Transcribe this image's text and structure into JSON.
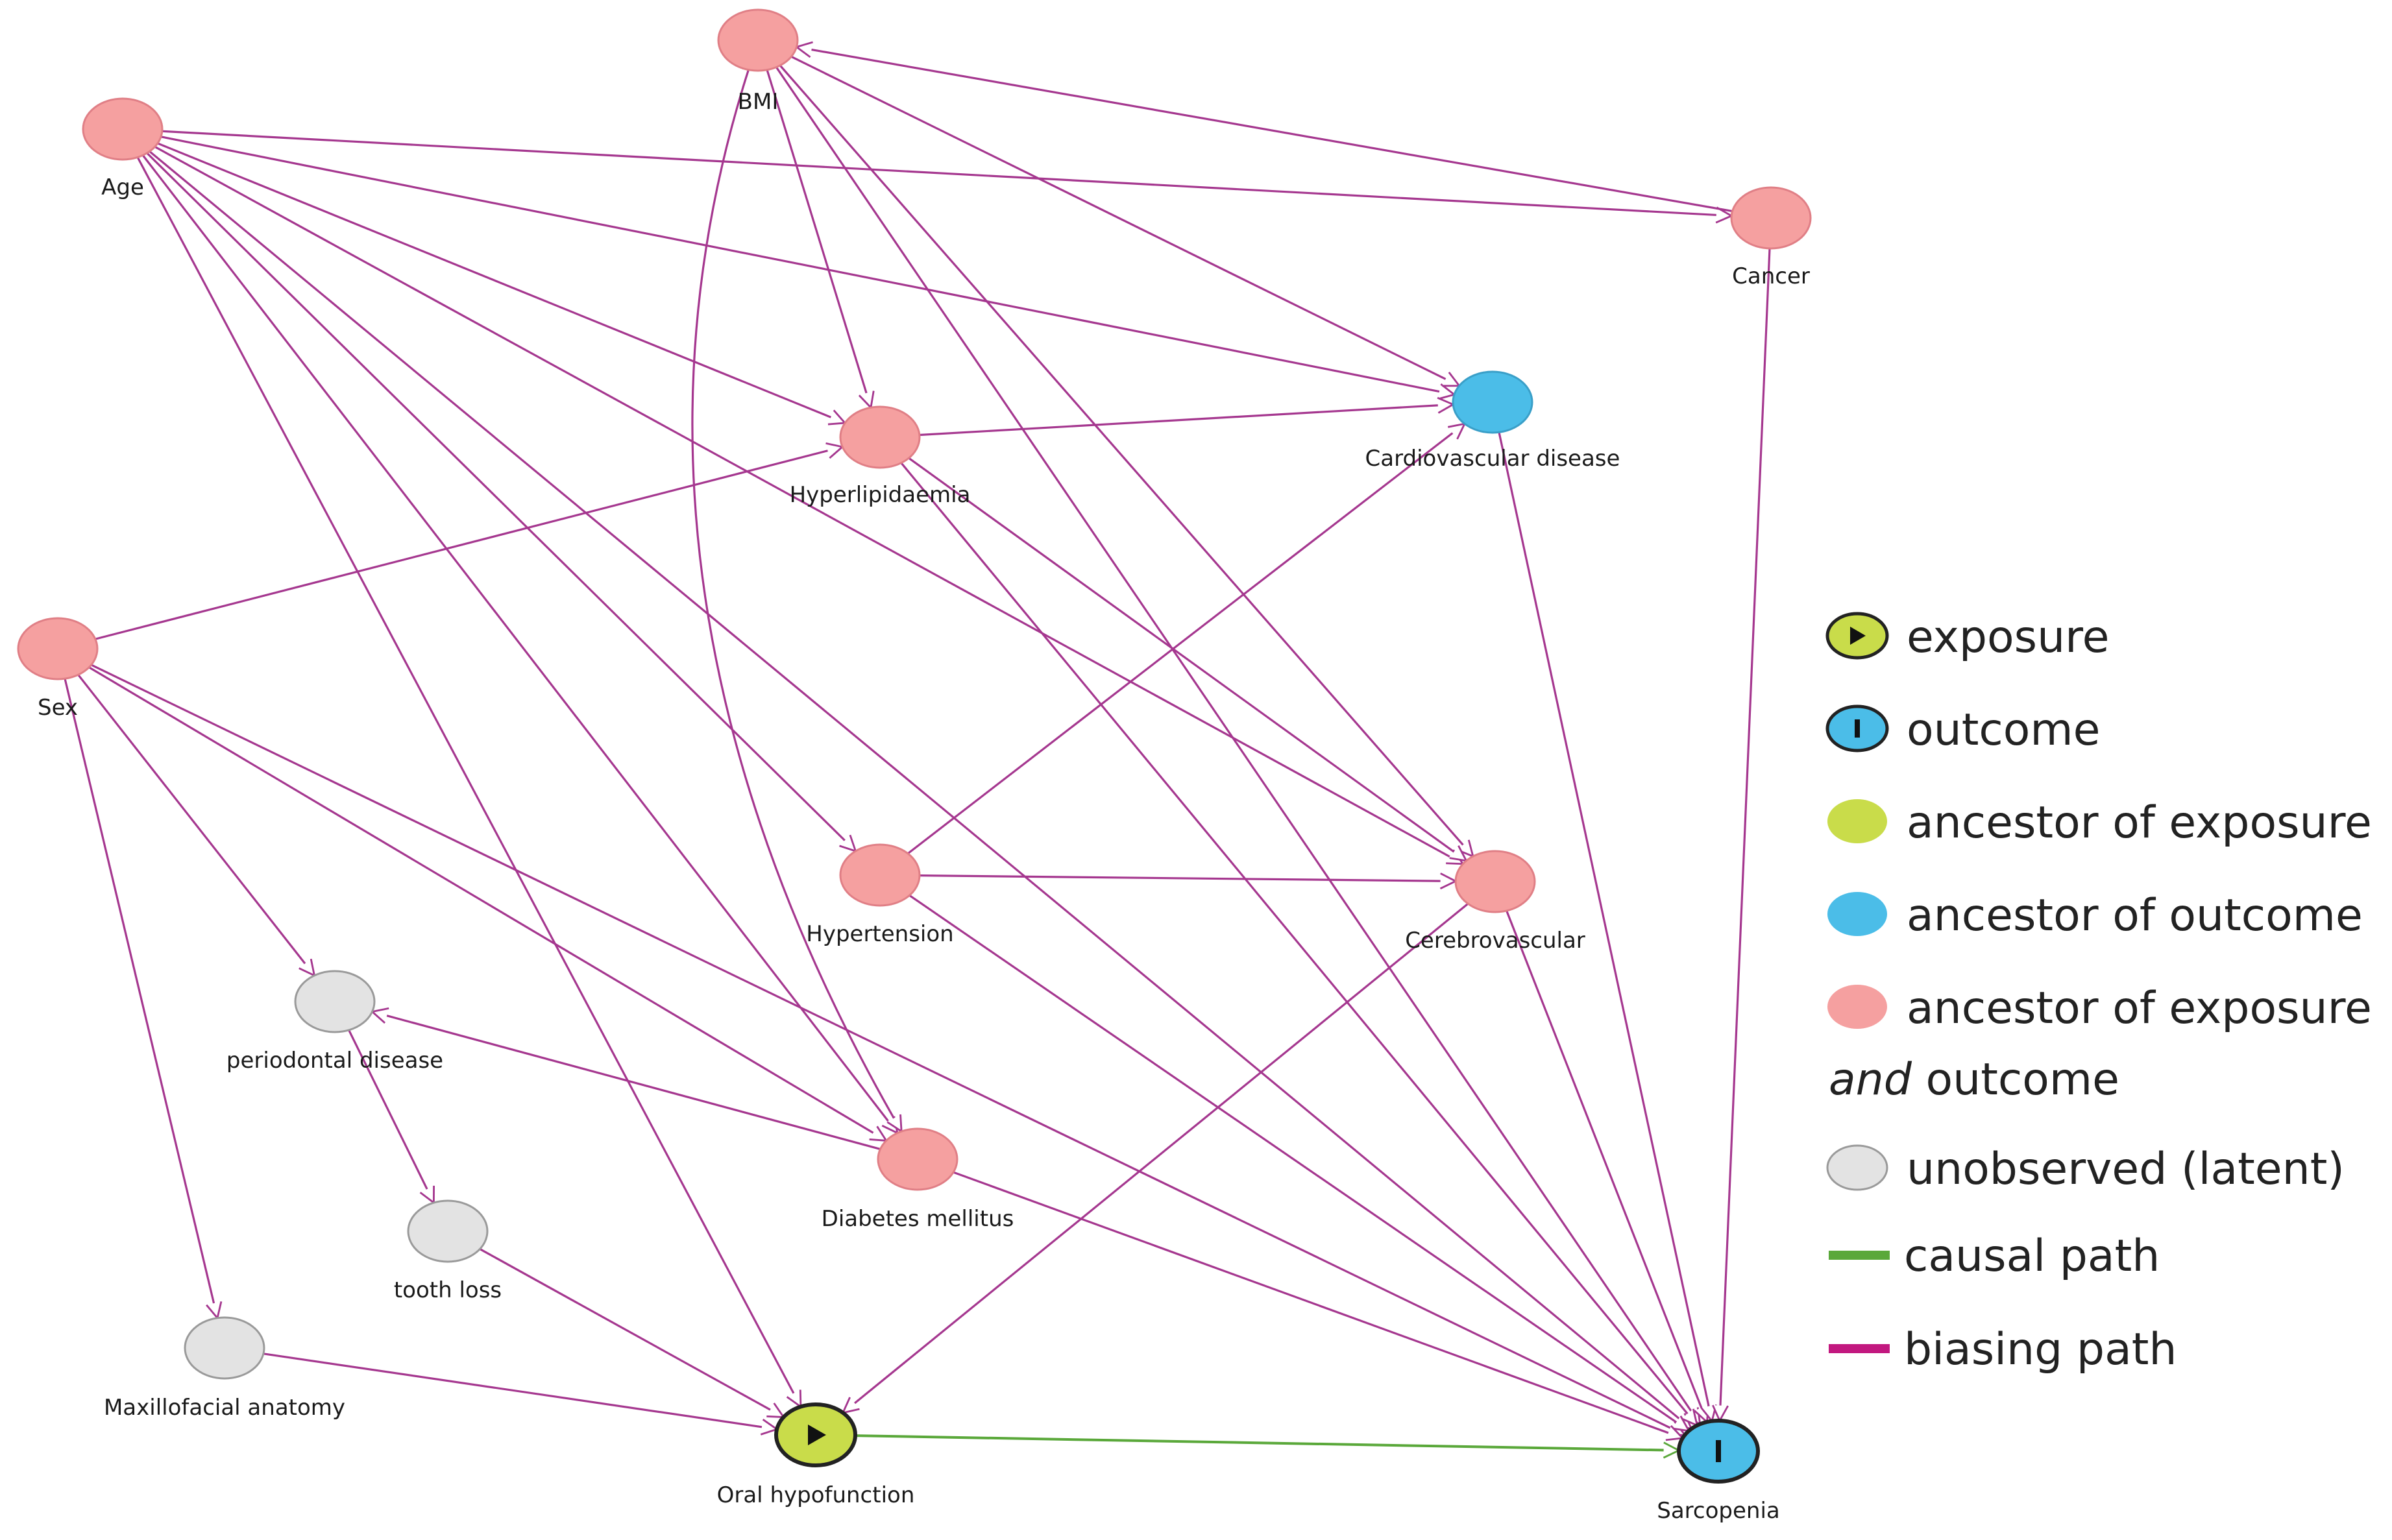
{
  "colors": {
    "biasing": "#a5378f",
    "causal": "#5aa83a",
    "ancestor_both": "#f5a0a0",
    "ancestor_both_stroke": "#e07f86",
    "ancestor_outcome": "#4bbde8",
    "ancestor_exposure": "#c9dc4a",
    "latent": "#e3e3e3",
    "latent_stroke": "#9a9a9a",
    "exposure_stroke": "#222222"
  },
  "nodes": [
    {
      "id": "age",
      "label": "Age",
      "kind": "ancestor_both"
    },
    {
      "id": "bmi",
      "label": "BMI",
      "kind": "ancestor_both"
    },
    {
      "id": "cancer",
      "label": "Cancer",
      "kind": "ancestor_both"
    },
    {
      "id": "cvd",
      "label": "Cardiovascular disease",
      "kind": "ancestor_outcome"
    },
    {
      "id": "hyperlip",
      "label": "Hyperlipidaemia",
      "kind": "ancestor_both"
    },
    {
      "id": "sex",
      "label": "Sex",
      "kind": "ancestor_both"
    },
    {
      "id": "hypertension",
      "label": "Hypertension",
      "kind": "ancestor_both"
    },
    {
      "id": "cerebro",
      "label": "Cerebrovascular",
      "kind": "ancestor_both"
    },
    {
      "id": "perio",
      "label": "periodontal disease",
      "kind": "latent"
    },
    {
      "id": "diabetes",
      "label": "Diabetes mellitus",
      "kind": "ancestor_both"
    },
    {
      "id": "tooth",
      "label": "tooth loss",
      "kind": "latent"
    },
    {
      "id": "maxillo",
      "label": "Maxillofacial anatomy",
      "kind": "latent"
    },
    {
      "id": "oral",
      "label": "Oral hypofunction",
      "kind": "exposure"
    },
    {
      "id": "sarco",
      "label": "Sarcopenia",
      "kind": "outcome"
    }
  ],
  "edges": [
    {
      "from": "age",
      "to": "cancer",
      "type": "biasing"
    },
    {
      "from": "age",
      "to": "cvd",
      "type": "biasing"
    },
    {
      "from": "age",
      "to": "hyperlip",
      "type": "biasing"
    },
    {
      "from": "age",
      "to": "hypertension",
      "type": "biasing"
    },
    {
      "from": "age",
      "to": "cerebro",
      "type": "biasing"
    },
    {
      "from": "age",
      "to": "diabetes",
      "type": "biasing"
    },
    {
      "from": "age",
      "to": "oral",
      "type": "biasing"
    },
    {
      "from": "age",
      "to": "sarco",
      "type": "biasing"
    },
    {
      "from": "cancer",
      "to": "bmi",
      "type": "biasing"
    },
    {
      "from": "bmi",
      "to": "hyperlip",
      "type": "biasing"
    },
    {
      "from": "bmi",
      "to": "cvd",
      "type": "biasing"
    },
    {
      "from": "bmi",
      "to": "cerebro",
      "type": "biasing"
    },
    {
      "from": "bmi",
      "to": "diabetes",
      "type": "biasing"
    },
    {
      "from": "bmi",
      "to": "sarco",
      "type": "biasing"
    },
    {
      "from": "hyperlip",
      "to": "cvd",
      "type": "biasing"
    },
    {
      "from": "hyperlip",
      "to": "cerebro",
      "type": "biasing"
    },
    {
      "from": "hyperlip",
      "to": "sarco",
      "type": "biasing"
    },
    {
      "from": "sex",
      "to": "hyperlip",
      "type": "biasing"
    },
    {
      "from": "sex",
      "to": "perio",
      "type": "biasing"
    },
    {
      "from": "sex",
      "to": "maxillo",
      "type": "biasing"
    },
    {
      "from": "sex",
      "to": "diabetes",
      "type": "biasing"
    },
    {
      "from": "sex",
      "to": "sarco",
      "type": "biasing"
    },
    {
      "from": "hypertension",
      "to": "cvd",
      "type": "biasing"
    },
    {
      "from": "hypertension",
      "to": "cerebro",
      "type": "biasing"
    },
    {
      "from": "hypertension",
      "to": "sarco",
      "type": "biasing"
    },
    {
      "from": "cerebro",
      "to": "oral",
      "type": "biasing"
    },
    {
      "from": "cerebro",
      "to": "sarco",
      "type": "biasing"
    },
    {
      "from": "cvd",
      "to": "sarco",
      "type": "biasing"
    },
    {
      "from": "cancer",
      "to": "sarco",
      "type": "biasing"
    },
    {
      "from": "diabetes",
      "to": "perio",
      "type": "biasing"
    },
    {
      "from": "diabetes",
      "to": "sarco",
      "type": "biasing"
    },
    {
      "from": "perio",
      "to": "tooth",
      "type": "biasing"
    },
    {
      "from": "tooth",
      "to": "oral",
      "type": "biasing"
    },
    {
      "from": "maxillo",
      "to": "oral",
      "type": "biasing"
    },
    {
      "from": "oral",
      "to": "sarco",
      "type": "causal"
    }
  ],
  "legend": {
    "exposure": "exposure",
    "outcome": "outcome",
    "ancestor_exposure": "ancestor of exposure",
    "ancestor_outcome": "ancestor of outcome",
    "ancestor_both_line1": "ancestor of exposure",
    "ancestor_both_and": "and",
    "ancestor_both_outcome": " outcome",
    "latent": "unobserved (latent)",
    "causal": "causal path",
    "biasing": "biasing path"
  }
}
